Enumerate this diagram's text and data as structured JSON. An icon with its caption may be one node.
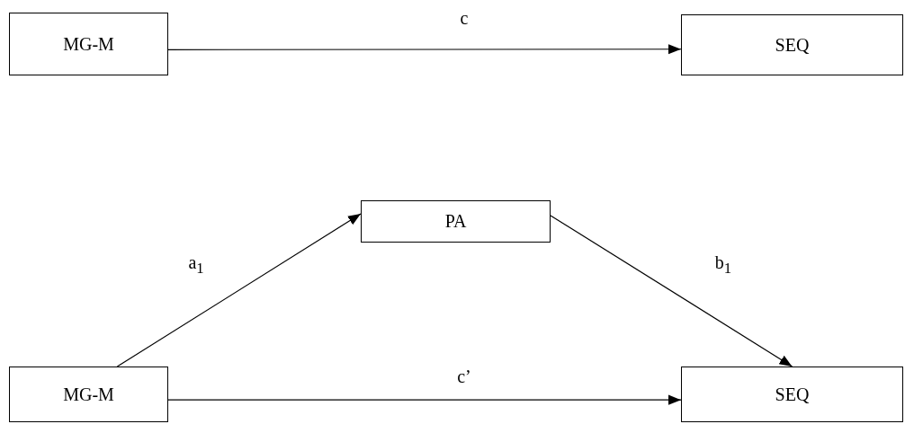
{
  "diagram": {
    "nodes": [
      {
        "text": [
          "MG-M"
        ]
      },
      {
        "text": [
          "SEQ"
        ]
      },
      {
        "text": [
          "PA"
        ]
      },
      {
        "text": [
          "MG-M"
        ]
      },
      {
        "text": [
          "SEQ"
        ]
      }
    ],
    "edges": [
      {
        "from": 0,
        "to": 1,
        "arrow": "to",
        "label": "c"
      },
      {
        "from": 3,
        "to": 2,
        "arrow": "to",
        "label": "a$_{1}$"
      },
      {
        "from": 2,
        "to": 4,
        "arrow": "to",
        "label": "b$_{1}$"
      },
      {
        "from": 3,
        "to": 4,
        "arrow": "to",
        "label": "c’"
      }
    ]
  }
}
